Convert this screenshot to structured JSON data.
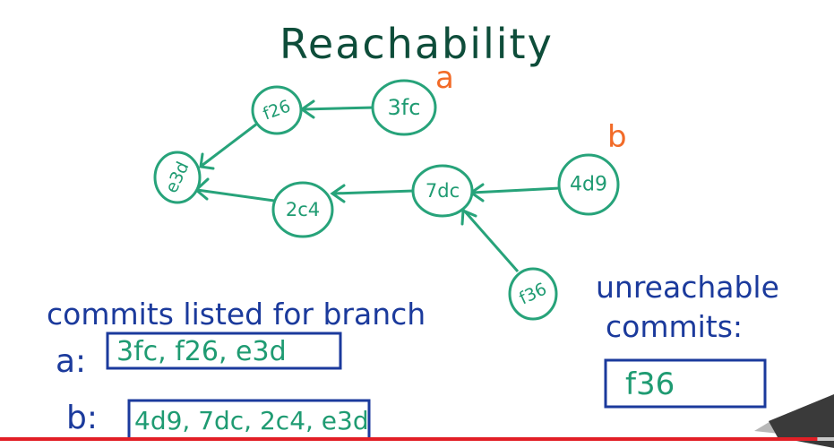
{
  "title": "Reachability",
  "colors": {
    "title": "#0e4d3a",
    "node": "#27a37a",
    "node_text": "#1f9b72",
    "branch_tag": "#f26b28",
    "notes": "#1b3a9c",
    "progress": "#e21f26"
  },
  "nodes": {
    "f26": "f26",
    "3fc": "3fc",
    "e3d": "e3d",
    "2c4": "2c4",
    "7dc": "7dc",
    "4d9": "4d9",
    "f36": "f36"
  },
  "branch_tags": {
    "a": "a",
    "b": "b"
  },
  "commits_listed": {
    "heading": "commits listed for branch",
    "a_label": "a:",
    "a_value": "3fc, f26, e3d",
    "b_label": "b:",
    "b_value": "4d9, 7dc, 2c4, e3d"
  },
  "unreachable": {
    "heading_line1": "unreachable",
    "heading_line2": "commits:",
    "value": "f36"
  },
  "video_progress": 0.98
}
